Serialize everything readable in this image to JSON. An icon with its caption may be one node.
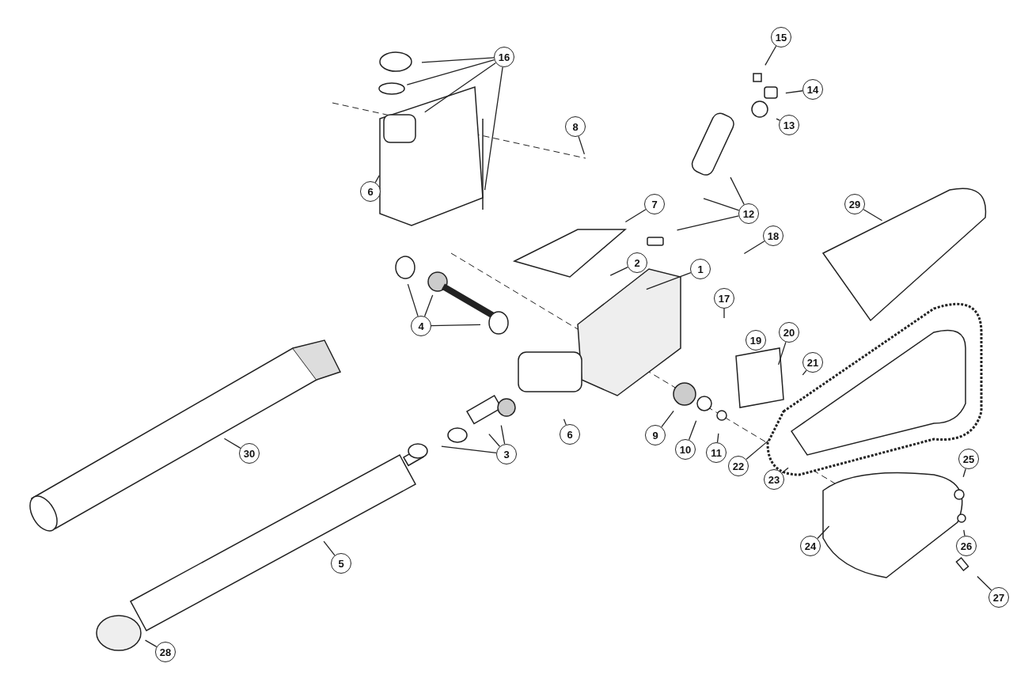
{
  "diagram": {
    "nodes": [
      {
        "text": [
          "15"
        ]
      },
      {
        "text": [
          "16"
        ]
      },
      {
        "text": [
          "14"
        ]
      },
      {
        "text": [
          "8"
        ]
      },
      {
        "text": [
          "13"
        ]
      },
      {
        "text": [
          "6"
        ]
      },
      {
        "text": [
          "29"
        ]
      },
      {
        "text": [
          "7"
        ]
      },
      {
        "text": [
          "12"
        ]
      },
      {
        "text": [
          "2"
        ]
      },
      {
        "text": [
          "1"
        ]
      },
      {
        "text": [
          "18"
        ]
      },
      {
        "text": [
          "17"
        ]
      },
      {
        "text": [
          "4"
        ]
      },
      {
        "text": [
          "19"
        ]
      },
      {
        "text": [
          "20"
        ]
      },
      {
        "text": [
          "21"
        ]
      },
      {
        "text": [
          "9"
        ]
      },
      {
        "text": [
          "10"
        ]
      },
      {
        "text": [
          "6"
        ]
      },
      {
        "text": [
          "3"
        ]
      },
      {
        "text": [
          "11"
        ]
      },
      {
        "text": [
          "30"
        ]
      },
      {
        "text": [
          "22"
        ]
      },
      {
        "text": [
          "23"
        ]
      },
      {
        "text": [
          "25"
        ]
      },
      {
        "text": [
          "24"
        ]
      },
      {
        "text": [
          "26"
        ]
      },
      {
        "text": [
          "5"
        ]
      },
      {
        "text": [
          "27"
        ]
      },
      {
        "text": [
          "28"
        ]
      }
    ],
    "edges": [
      {
        "from": 0,
        "to": null,
        "arrow": "none"
      },
      {
        "from": 1,
        "to": null,
        "arrow": "none"
      },
      {
        "from": 1,
        "to": null,
        "arrow": "none"
      },
      {
        "from": 1,
        "to": null,
        "arrow": "none"
      },
      {
        "from": 1,
        "to": null,
        "arrow": "none"
      },
      {
        "from": 2,
        "to": null,
        "arrow": "none"
      },
      {
        "from": 3,
        "to": null,
        "arrow": "none"
      },
      {
        "from": 4,
        "to": null,
        "arrow": "none"
      },
      {
        "from": 5,
        "to": null,
        "arrow": "none"
      },
      {
        "from": 6,
        "to": null,
        "arrow": "none"
      },
      {
        "from": 7,
        "to": null,
        "arrow": "none"
      },
      {
        "from": 8,
        "to": null,
        "arrow": "none"
      },
      {
        "from": 8,
        "to": null,
        "arrow": "none"
      },
      {
        "from": 8,
        "to": null,
        "arrow": "none"
      },
      {
        "from": 9,
        "to": null,
        "arrow": "none"
      },
      {
        "from": 10,
        "to": null,
        "arrow": "none"
      },
      {
        "from": 11,
        "to": null,
        "arrow": "none"
      },
      {
        "from": 12,
        "to": null,
        "arrow": "none"
      },
      {
        "from": 13,
        "to": null,
        "arrow": "none"
      },
      {
        "from": 13,
        "to": null,
        "arrow": "none"
      },
      {
        "from": 13,
        "to": null,
        "arrow": "none"
      },
      {
        "from": 14,
        "to": null,
        "arrow": "none"
      },
      {
        "from": 15,
        "to": null,
        "arrow": "none"
      },
      {
        "from": 16,
        "to": null,
        "arrow": "none"
      },
      {
        "from": 17,
        "to": null,
        "arrow": "none"
      },
      {
        "from": 18,
        "to": null,
        "arrow": "none"
      },
      {
        "from": 19,
        "to": null,
        "arrow": "none"
      },
      {
        "from": 20,
        "to": null,
        "arrow": "none"
      },
      {
        "from": 20,
        "to": null,
        "arrow": "none"
      },
      {
        "from": 20,
        "to": null,
        "arrow": "none"
      },
      {
        "from": 21,
        "to": null,
        "arrow": "none"
      },
      {
        "from": 22,
        "to": null,
        "arrow": "none"
      },
      {
        "from": 23,
        "to": null,
        "arrow": "none"
      },
      {
        "from": 24,
        "to": null,
        "arrow": "none"
      },
      {
        "from": 25,
        "to": null,
        "arrow": "none"
      },
      {
        "from": 26,
        "to": null,
        "arrow": "none"
      },
      {
        "from": 27,
        "to": null,
        "arrow": "none"
      },
      {
        "from": 28,
        "to": null,
        "arrow": "none"
      },
      {
        "from": 29,
        "to": null,
        "arrow": "none"
      },
      {
        "from": 30,
        "to": null,
        "arrow": "none"
      }
    ]
  }
}
